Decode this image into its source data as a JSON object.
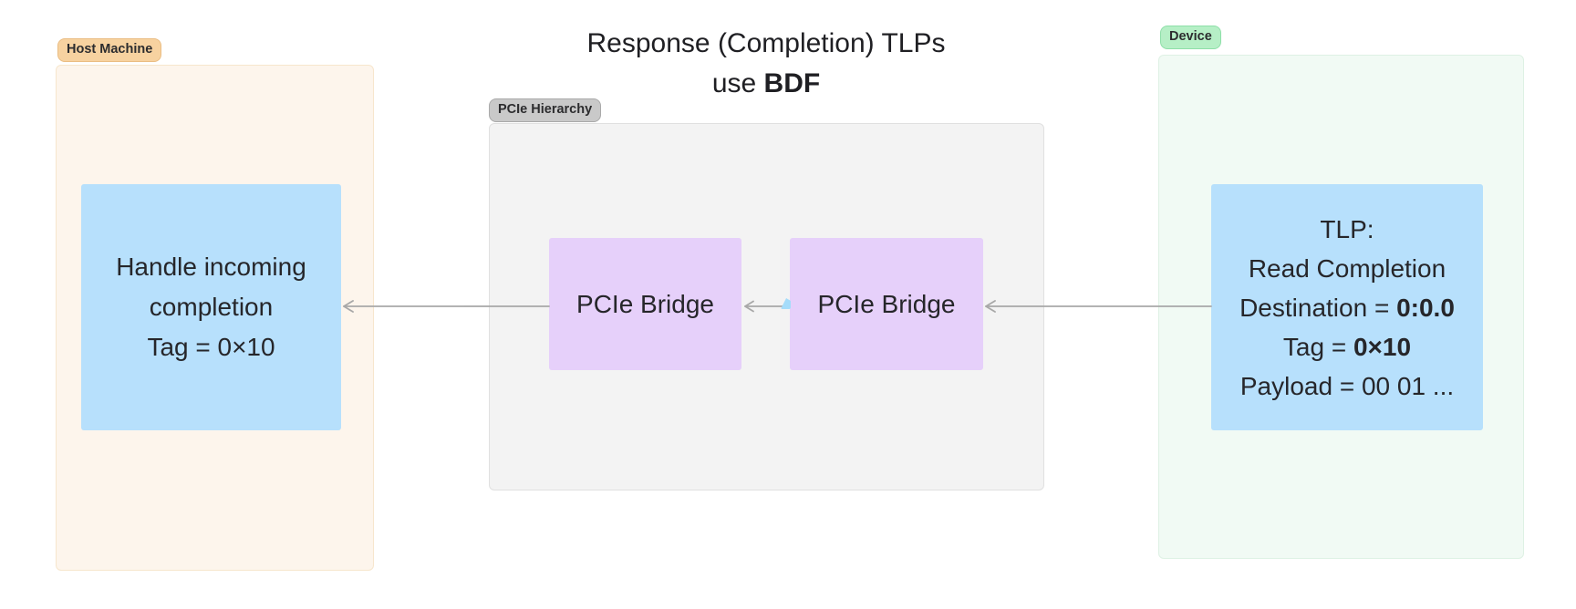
{
  "title": {
    "line1": "Response (Completion) TLPs",
    "line2_regular": "use ",
    "line2_bold": "BDF"
  },
  "host": {
    "badge": "Host Machine",
    "box": {
      "line1": "Handle incoming",
      "line2": "completion",
      "line3": "Tag = 0×10"
    }
  },
  "hierarchy": {
    "badge": "PCIe Hierarchy",
    "bridge1": "PCIe Bridge",
    "bridge2": "PCIe Bridge"
  },
  "device": {
    "badge": "Device",
    "box": {
      "line1": "TLP:",
      "line2": "Read Completion",
      "line3_regular": "Destination = ",
      "line3_bold": "0:0.0",
      "line4_regular": "Tag = ",
      "line4_bold": "0×10",
      "line5": "Payload = 00 01 ..."
    }
  },
  "colors": {
    "host_badge_bg": "#f7d2a0",
    "host_badge_border": "#eabd83",
    "host_panel_bg": "#fdf5ec",
    "host_panel_border": "#f7e6cd",
    "hierarchy_badge_bg": "#c9c9c9",
    "hierarchy_badge_border": "#a9a9a9",
    "hierarchy_panel_bg": "#f3f3f3",
    "hierarchy_panel_border": "#e0e0e0",
    "device_badge_bg": "#b6efc6",
    "device_badge_border": "#8edfa8",
    "device_panel_bg": "#f1faf4",
    "device_panel_border": "#def1e4",
    "node_blue": "#b7e0fc",
    "node_purple": "#e6d0fa",
    "arrow": "#a8a8a8",
    "connector_handle": "#a5dcfa",
    "text": "#26262a"
  }
}
